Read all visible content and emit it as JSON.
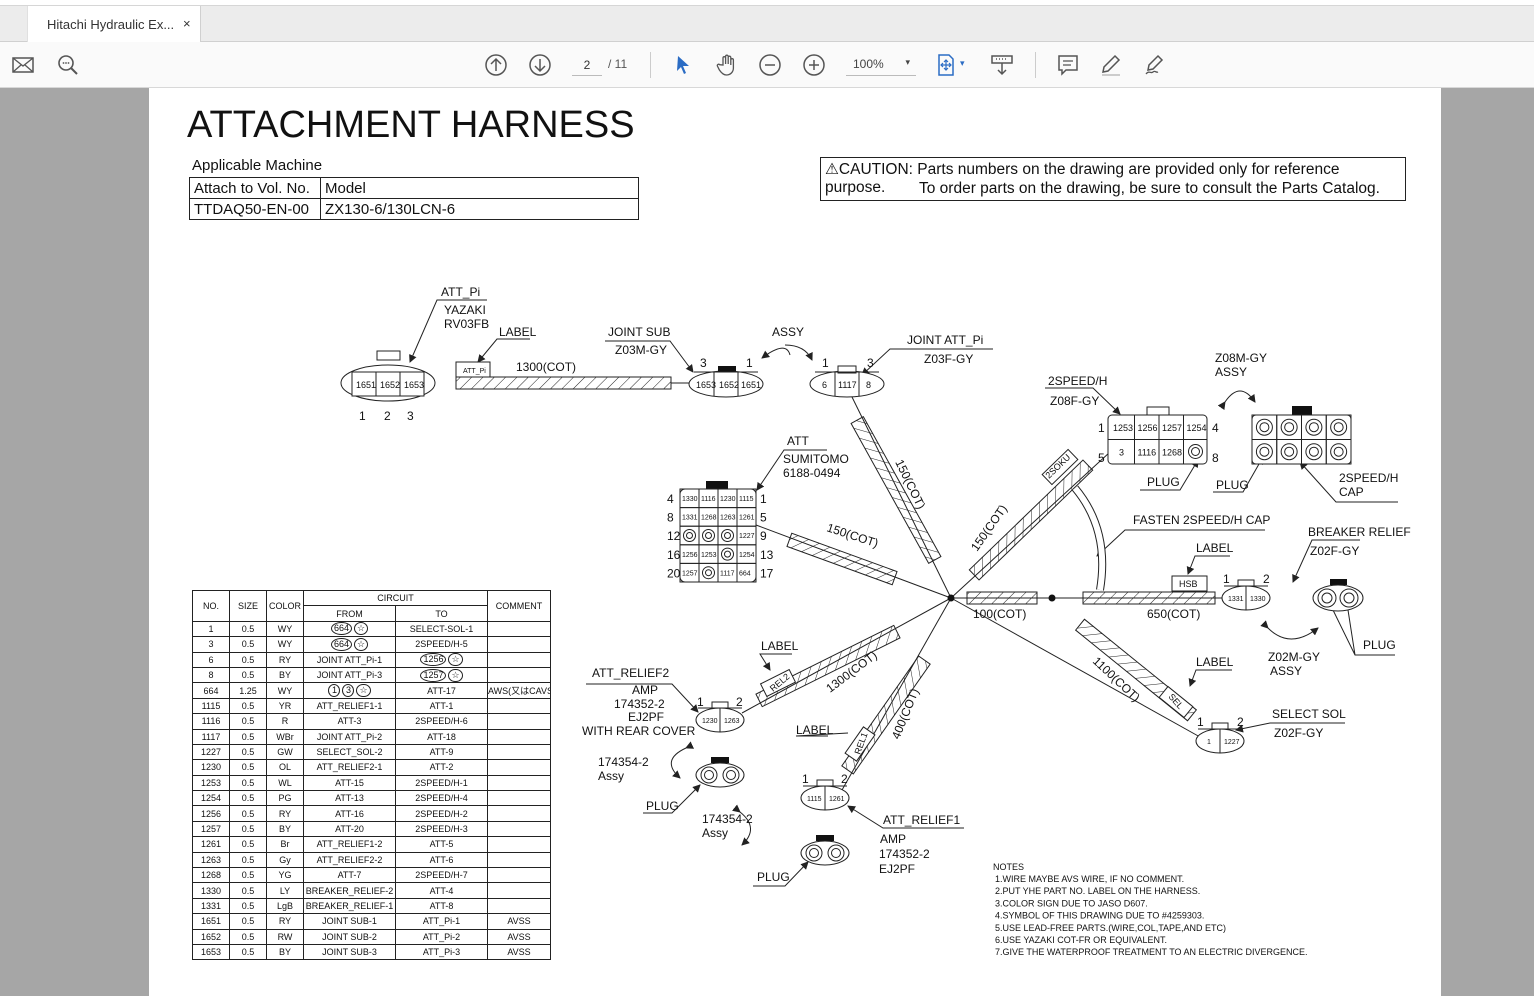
{
  "tab": {
    "title": "Hitachi Hydraulic Ex...",
    "close": "×"
  },
  "toolbar": {
    "page_current": "2",
    "page_total": "/ 11",
    "zoom": "100%",
    "caret": "▾"
  },
  "doc": {
    "title": "ATTACHMENT HARNESS",
    "applicable_label": "Applicable Machine",
    "machine_table": {
      "headers": [
        "Attach to Vol. No.",
        "Model"
      ],
      "row": [
        "TTDAQ50-EN-00",
        "ZX130-6/130LCN-6"
      ]
    },
    "caution": {
      "icon": "⚠",
      "line1": "CAUTION: Parts numbers on the drawing are provided only for reference purpose.",
      "line2": "To order parts on the drawing, be sure to consult the Parts Catalog."
    }
  },
  "diagram": {
    "att_pi": {
      "name": "ATT_Pi",
      "maker": "YAZAKI",
      "part": "RV03FB",
      "cells": [
        "1651",
        "1652",
        "1653"
      ],
      "pins": [
        "1",
        "2",
        "3"
      ]
    },
    "label_text": "LABEL",
    "att_pi_label": "ATT_Pi",
    "tube_1300_a": "1300(COT)",
    "joint_sub": {
      "name": "JOINT SUB",
      "part": "Z03M-GY",
      "cells": [
        "1653",
        "1652",
        "1651"
      ],
      "pins": [
        "3",
        "1"
      ]
    },
    "assy": "ASSY",
    "joint_att_pi": {
      "name": "JOINT ATT_Pi",
      "part": "Z03F-GY",
      "cells": [
        "6",
        "1117",
        "8"
      ],
      "pins": [
        "1",
        "3"
      ]
    },
    "tube_150_a": "150(COT)",
    "att": {
      "name": "ATT",
      "maker": "SUMITOMO",
      "part": "6188-0494",
      "rows": [
        [
          "1330",
          "1116",
          "1230",
          "1115"
        ],
        [
          "1331",
          "1268",
          "1263",
          "1261"
        ],
        [
          "◎",
          "◎",
          "◎",
          "1227"
        ],
        [
          "1256",
          "1253",
          "◎",
          "1254"
        ],
        [
          "1257",
          "◎",
          "1117",
          "664"
        ]
      ],
      "left_pins": [
        "4",
        "8",
        "12",
        "16",
        "20"
      ],
      "right_pins": [
        "1",
        "5",
        "9",
        "13",
        "17"
      ]
    },
    "tube_150_b": "150(COT)",
    "tube_150_c": "150(COT)",
    "soku_label": "2SOKU",
    "speed_h": {
      "name": "2SPEED/H",
      "part": "Z08F-GY",
      "row1": [
        "1253",
        "1256",
        "1257",
        "1254"
      ],
      "row2": [
        "3",
        "1116",
        "1268",
        "◎"
      ],
      "pins": [
        "1",
        "4",
        "5",
        "8"
      ],
      "plug": "PLUG"
    },
    "z08m": {
      "name": "Z08M-GY",
      "assy": "ASSY",
      "plug": "PLUG",
      "cap1": "2SPEED/H",
      "cap2": "CAP"
    },
    "fasten": "FASTEN 2SPEED/H CAP",
    "tube_100": "100(COT)",
    "tube_650": "650(COT)",
    "hsb_label": "HSB",
    "breaker_relief": {
      "name": "BREAKER RELIEF",
      "part": "Z02F-GY",
      "cells": [
        "1331",
        "1330"
      ],
      "pins": [
        "1",
        "2"
      ]
    },
    "z02m": {
      "name": "Z02M-GY",
      "assy": "ASSY",
      "plug": "PLUG"
    },
    "tube_1100": "1100(COT)",
    "sel_label": "SEL",
    "select_sol": {
      "name": "SELECT SOL",
      "part": "Z02F-GY",
      "cells": [
        "1",
        "1227"
      ],
      "pins": [
        "1",
        "2"
      ]
    },
    "tube_1300_b": "1300(COT)",
    "rel2_label": "REL2",
    "att_relief2": {
      "name": "ATT_RELIEF2",
      "maker": "AMP",
      "part": "174352-2",
      "type": "EJ2PF",
      "note": "WITH REAR COVER",
      "cells": [
        "1230",
        "1263"
      ],
      "pins": [
        "1",
        "2"
      ],
      "assy_part": "174354-2",
      "assy": "Assy",
      "plug": "PLUG"
    },
    "tube_400": "400(COT)",
    "rel1_label": "REL1",
    "att_relief1": {
      "name": "ATT_RELIEF1",
      "maker": "AMP",
      "part": "174352-2",
      "type": "EJ2PF",
      "cells": [
        "1115",
        "1261"
      ],
      "pins": [
        "1",
        "2"
      ],
      "assy_part": "174354-2",
      "assy": "Assy",
      "plug": "PLUG"
    }
  },
  "wire_table": {
    "headers": {
      "no": "NO.",
      "size": "SIZE",
      "color": "COLOR",
      "circuit": "CIRCUIT",
      "from": "FROM",
      "to": "TO",
      "comment": "COMMENT"
    },
    "rows": [
      {
        "no": "1",
        "size": "0.5",
        "color": "WY",
        "from": [
          "664",
          "☆"
        ],
        "from_circled": true,
        "to": "SELECT-SOL-1",
        "comment": ""
      },
      {
        "no": "3",
        "size": "0.5",
        "color": "WY",
        "from": [
          "664",
          "☆"
        ],
        "from_circled": true,
        "to": "2SPEED/H-5",
        "comment": ""
      },
      {
        "no": "6",
        "size": "0.5",
        "color": "RY",
        "from": "JOINT ATT_Pi-1",
        "to": [
          "1256",
          "☆"
        ],
        "to_circled": true,
        "comment": ""
      },
      {
        "no": "8",
        "size": "0.5",
        "color": "BY",
        "from": "JOINT ATT_Pi-3",
        "to": [
          "1257",
          "☆"
        ],
        "to_circled": true,
        "comment": ""
      },
      {
        "no": "664",
        "size": "1.25",
        "color": "WY",
        "from": [
          "1",
          "3",
          "☆"
        ],
        "from_circled": true,
        "to": "ATT-17",
        "comment": "AWS(又はCAVS)"
      },
      {
        "no": "1115",
        "size": "0.5",
        "color": "YR",
        "from": "ATT_RELIEF1-1",
        "to": "ATT-1",
        "comment": ""
      },
      {
        "no": "1116",
        "size": "0.5",
        "color": "R",
        "from": "ATT-3",
        "to": "2SPEED/H-6",
        "comment": ""
      },
      {
        "no": "1117",
        "size": "0.5",
        "color": "WBr",
        "from": "JOINT ATT_Pi-2",
        "to": "ATT-18",
        "comment": ""
      },
      {
        "no": "1227",
        "size": "0.5",
        "color": "GW",
        "from": "SELECT_SOL-2",
        "to": "ATT-9",
        "comment": ""
      },
      {
        "no": "1230",
        "size": "0.5",
        "color": "OL",
        "from": "ATT_RELIEF2-1",
        "to": "ATT-2",
        "comment": ""
      },
      {
        "no": "1253",
        "size": "0.5",
        "color": "WL",
        "from": "ATT-15",
        "to": "2SPEED/H-1",
        "comment": ""
      },
      {
        "no": "1254",
        "size": "0.5",
        "color": "PG",
        "from": "ATT-13",
        "to": "2SPEED/H-4",
        "comment": ""
      },
      {
        "no": "1256",
        "size": "0.5",
        "color": "RY",
        "from": "ATT-16",
        "to": "2SPEED/H-2",
        "comment": ""
      },
      {
        "no": "1257",
        "size": "0.5",
        "color": "BY",
        "from": "ATT-20",
        "to": "2SPEED/H-3",
        "comment": ""
      },
      {
        "no": "1261",
        "size": "0.5",
        "color": "Br",
        "from": "ATT_RELIEF1-2",
        "to": "ATT-5",
        "comment": ""
      },
      {
        "no": "1263",
        "size": "0.5",
        "color": "Gy",
        "from": "ATT_RELIEF2-2",
        "to": "ATT-6",
        "comment": ""
      },
      {
        "no": "1268",
        "size": "0.5",
        "color": "YG",
        "from": "ATT-7",
        "to": "2SPEED/H-7",
        "comment": ""
      },
      {
        "no": "1330",
        "size": "0.5",
        "color": "LY",
        "from": "BREAKER_RELIEF-2",
        "to": "ATT-4",
        "comment": ""
      },
      {
        "no": "1331",
        "size": "0.5",
        "color": "LgB",
        "from": "BREAKER_RELIEF-1",
        "to": "ATT-8",
        "comment": ""
      },
      {
        "no": "1651",
        "size": "0.5",
        "color": "RY",
        "from": "JOINT SUB-1",
        "to": "ATT_Pi-1",
        "comment": "AVSS"
      },
      {
        "no": "1652",
        "size": "0.5",
        "color": "RW",
        "from": "JOINT SUB-2",
        "to": "ATT_Pi-2",
        "comment": "AVSS"
      },
      {
        "no": "1653",
        "size": "0.5",
        "color": "BY",
        "from": "JOINT SUB-3",
        "to": "ATT_Pi-3",
        "comment": "AVSS"
      }
    ]
  },
  "notes": {
    "title": "NOTES",
    "items": [
      "1.WIRE MAYBE AVS WIRE, IF NO COMMENT.",
      "2.PUT YHE PART NO. LABEL ON THE HARNESS.",
      "3.COLOR SIGN DUE TO JASO D607.",
      "4.SYMBOL OF THIS DRAWING DUE TO #4259303.",
      "5.USE LEAD-FREE PARTS.(WIRE,COL,TAPE,AND ETC)",
      "6.USE YAZAKI COT-FR OR EQUIVALENT.",
      "7.GIVE THE WATERPROOF TREATMENT TO AN ELECTRIC DIVERGENCE."
    ]
  },
  "colors": {
    "accent": "#2b6cc4",
    "icon": "#555555",
    "background": "#a6a6a6"
  }
}
